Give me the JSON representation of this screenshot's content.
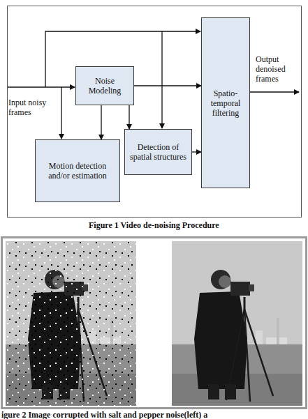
{
  "diagram": {
    "caption": "Figure 1 Video de-noising Procedure",
    "nodes": [
      {
        "text": [
          "Noise Modeling"
        ]
      },
      {
        "text": [
          "Spatio- temporal filtering"
        ]
      },
      {
        "text": [
          "Motion detection and/or estimation"
        ]
      },
      {
        "text": [
          "Detection of spatial structures"
        ]
      }
    ],
    "edges": [
      {
        "from": 0,
        "to": 1,
        "arrow": "to"
      },
      {
        "from": 0,
        "to": 2,
        "arrow": "to"
      },
      {
        "from": 0,
        "to": 3,
        "arrow": "to"
      },
      {
        "from": 3,
        "to": 1,
        "arrow": "to"
      }
    ],
    "labels": [
      "Input noisy frames",
      "Output denoised frames",
      "igure 2 Image corrupted with salt and pepper noise(left) a"
    ]
  }
}
